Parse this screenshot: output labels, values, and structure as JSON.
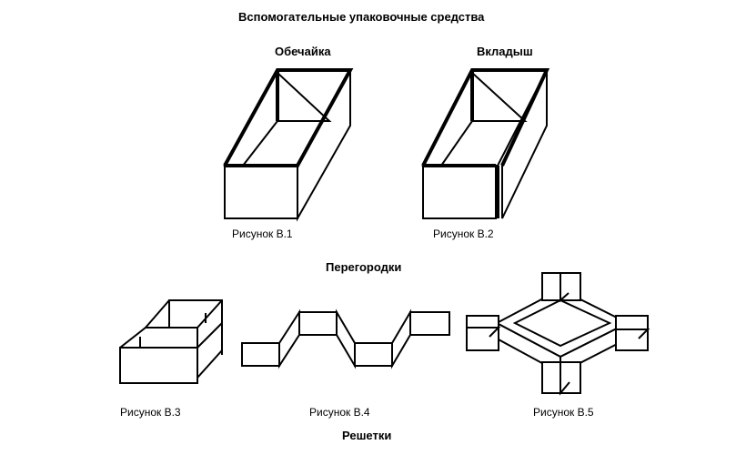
{
  "title": "Вспомогательные упаковочные средства",
  "sections": {
    "obechaika": "Обечайка",
    "vkladysh": "Вкладыш",
    "peregorodki": "Перегородки",
    "reshetki": "Решетки"
  },
  "captions": {
    "b1": "Рисунок В.1",
    "b2": "Рисунок В.2",
    "b3": "Рисунок В.3",
    "b4": "Рисунок В.4",
    "b5": "Рисунок В.5"
  }
}
